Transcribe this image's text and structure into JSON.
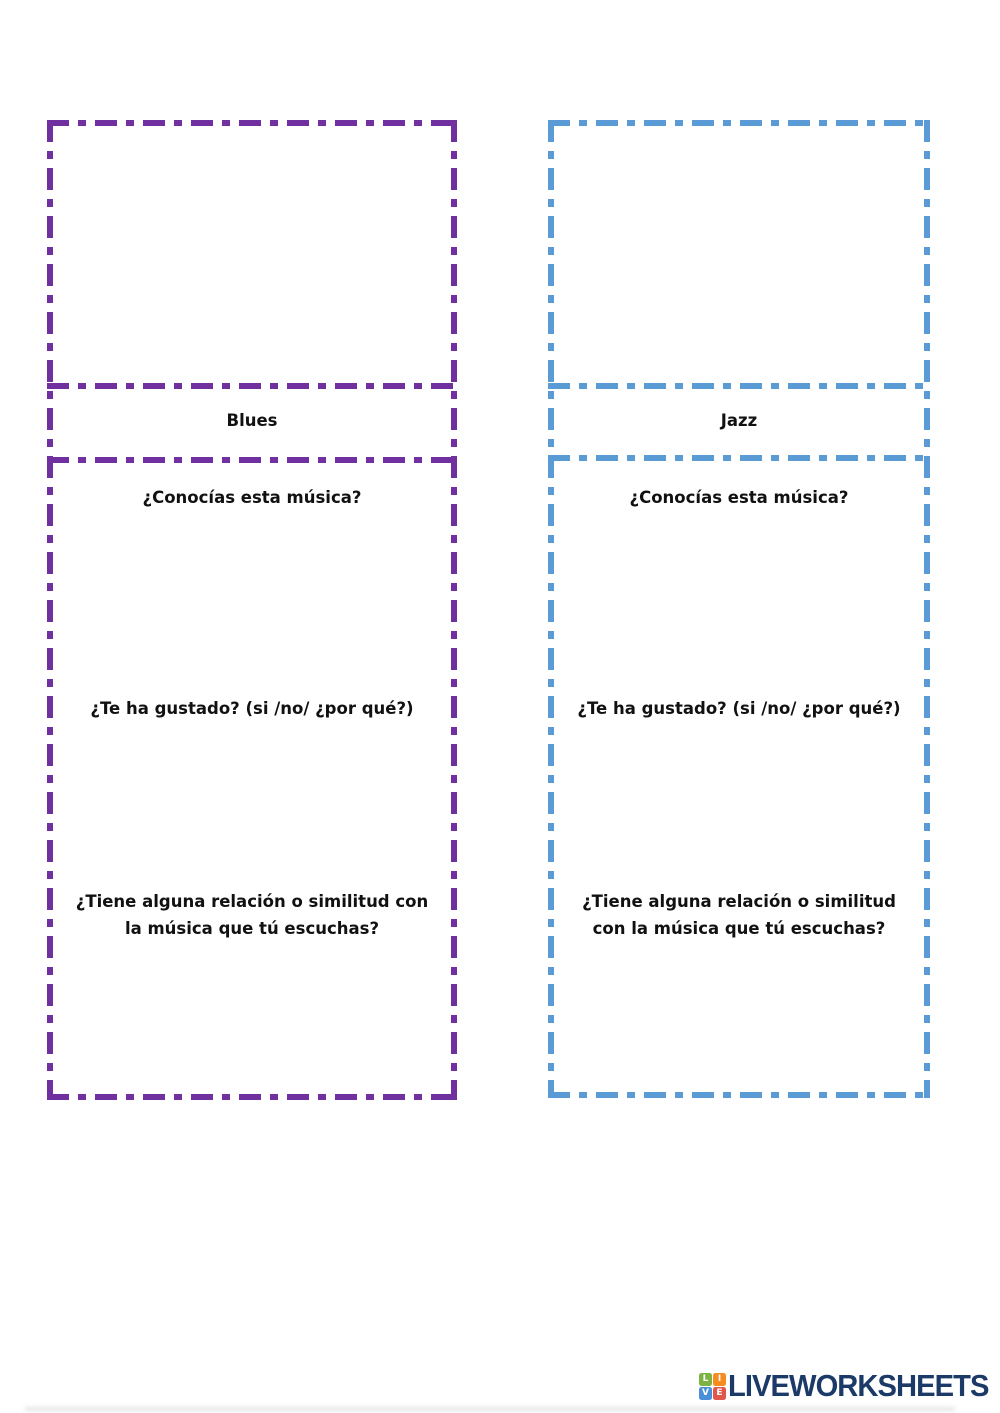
{
  "page": {
    "background": "#ffffff"
  },
  "panels": [
    {
      "name": "blues",
      "border_color": "#7030A0",
      "title": "Blues",
      "question_1": "¿Conocías esta música?",
      "question_2": "¿Te ha gustado? (si /no/ ¿por qué?)",
      "question_3_line_1": "¿Tiene alguna relación o similitud con",
      "question_3_line_2": "la música que tú escuchas?"
    },
    {
      "name": "jazz",
      "border_color": "#5B9BD5",
      "title": "Jazz",
      "question_1": "¿Conocías esta música?",
      "question_2": "¿Te ha gustado? (si /no/ ¿por qué?)",
      "question_3_line_1": "¿Tiene alguna relación o similitud",
      "question_3_line_2": "con la música que tú escuchas?"
    }
  ],
  "footer": {
    "brand": "LIVEWORKSHEETS",
    "brand_color": "#1B3A68",
    "tiles": [
      {
        "letter": "L",
        "color": "#7CB342"
      },
      {
        "letter": "I",
        "color": "#F68B1F"
      },
      {
        "letter": "V",
        "color": "#4A90D9"
      },
      {
        "letter": "E",
        "color": "#E2574C"
      }
    ]
  }
}
